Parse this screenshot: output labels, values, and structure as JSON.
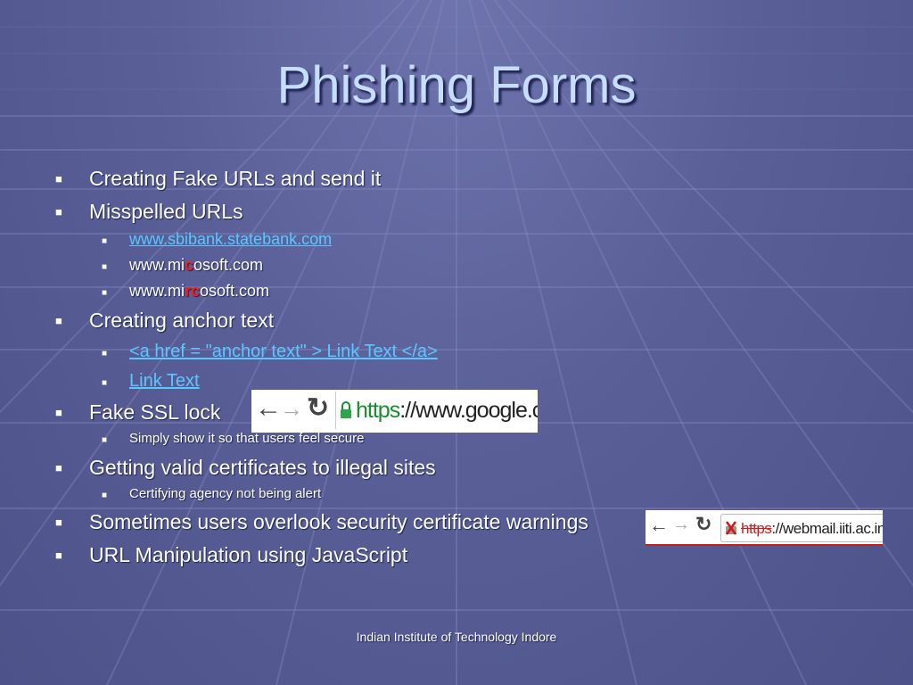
{
  "slide": {
    "title": "Phishing Forms",
    "footer": "Indian Institute of Technology Indore"
  },
  "bullets": {
    "b1": "Creating Fake URLs and send it",
    "b2": "Misspelled URLs",
    "b2_sub1": "www.sbibank.statebank.com",
    "b2_sub2_pre": "www.mi",
    "b2_sub2_red": "c",
    "b2_sub2_post": "osoft.com",
    "b2_sub3_pre": "www.mi",
    "b2_sub3_red": "rc",
    "b2_sub3_post": "osoft.com",
    "b3": "Creating anchor text",
    "b3_sub1": "<a href = \"anchor text\" > Link Text </a>",
    "b3_sub2": "Link Text",
    "b4": "Fake SSL lock",
    "b4_sub1": "Simply show it so that users feel secure",
    "b5": "Getting valid certificates to illegal sites",
    "b5_sub1": "Certifying agency not being alert",
    "b6": "Sometimes users overlook security certificate warnings",
    "b7": "URL Manipulation using JavaScript"
  },
  "browser_bar_1": {
    "scheme": "https",
    "rest": "://www.google.co.in/",
    "icons": [
      "back-arrow-icon",
      "forward-arrow-icon",
      "reload-icon",
      "lock-icon"
    ]
  },
  "browser_bar_2": {
    "scheme": "https",
    "rest": "://webmail.iiti.ac.in",
    "icons": [
      "back-arrow-icon",
      "forward-arrow-icon",
      "reload-icon",
      "broken-lock-icon"
    ]
  },
  "colors": {
    "background": "#5a5f98",
    "title": "#c6ddff",
    "link": "#5ac8ff",
    "misspell_highlight": "#ff1a1a",
    "ssl_green": "#178f2c"
  }
}
